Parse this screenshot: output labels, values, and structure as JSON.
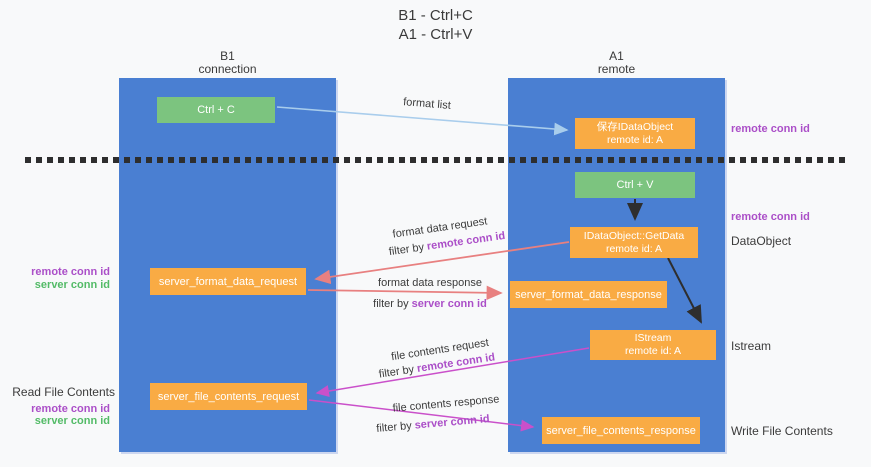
{
  "title": {
    "line1": "B1 - Ctrl+C",
    "line2": "A1 - Ctrl+V"
  },
  "columns": {
    "left": {
      "header_line1": "B1",
      "header_line2": "connection"
    },
    "right": {
      "header_line1": "A1",
      "header_line2": "remote"
    }
  },
  "nodes": {
    "ctrl_c": {
      "label": "Ctrl + C"
    },
    "save_idataobject": {
      "line1": "保存IDataObject",
      "line2": "remote id: A"
    },
    "ctrl_v": {
      "label": "Ctrl + V"
    },
    "getdata": {
      "line1": "IDataObject::GetData",
      "line2": "remote id: A"
    },
    "format_request": {
      "label": "server_format_data_request"
    },
    "format_response": {
      "label": "server_format_data_response"
    },
    "istream": {
      "line1": "IStream",
      "line2": "remote id: A"
    },
    "file_request": {
      "label": "server_file_contents_request"
    },
    "file_response": {
      "label": "server_file_contents_response"
    }
  },
  "flows": {
    "format_list": {
      "label": "format list"
    },
    "format_data_request": {
      "label": "format data request",
      "filter_prefix": "filter by",
      "filter_key": "remote conn id"
    },
    "format_data_response": {
      "label": "format data response",
      "filter_prefix": "filter by",
      "filter_key": "server conn id"
    },
    "file_contents_request": {
      "label": "file contents request",
      "filter_prefix": "filter by",
      "filter_key": "remote conn id"
    },
    "file_contents_response": {
      "label": "file contents response",
      "filter_prefix": "filter by",
      "filter_key": "server conn id"
    }
  },
  "side_labels": {
    "right_remote_conn_id_top": "remote conn id",
    "right_remote_conn_id_mid": "remote conn id",
    "dataobject": "DataObject",
    "istream": "Istream",
    "write_file_contents": "Write File Contents",
    "left_remote_conn_id_1": "remote conn id",
    "left_server_conn_id_1": "server conn id",
    "read_file_contents": "Read File Contents",
    "left_remote_conn_id_2": "remote conn id",
    "left_server_conn_id_2": "server conn id"
  },
  "colors": {
    "column_blue": "#4a7fd2",
    "node_orange": "#f9ab44",
    "node_green": "#7cc47f",
    "purple_text": "#ab4fc8",
    "green_text": "#53bb67",
    "arrow_red": "#e88080",
    "arrow_magenta": "#ca50ca",
    "arrow_light_blue": "#a9cdec",
    "arrow_black": "#2e2e2e"
  }
}
